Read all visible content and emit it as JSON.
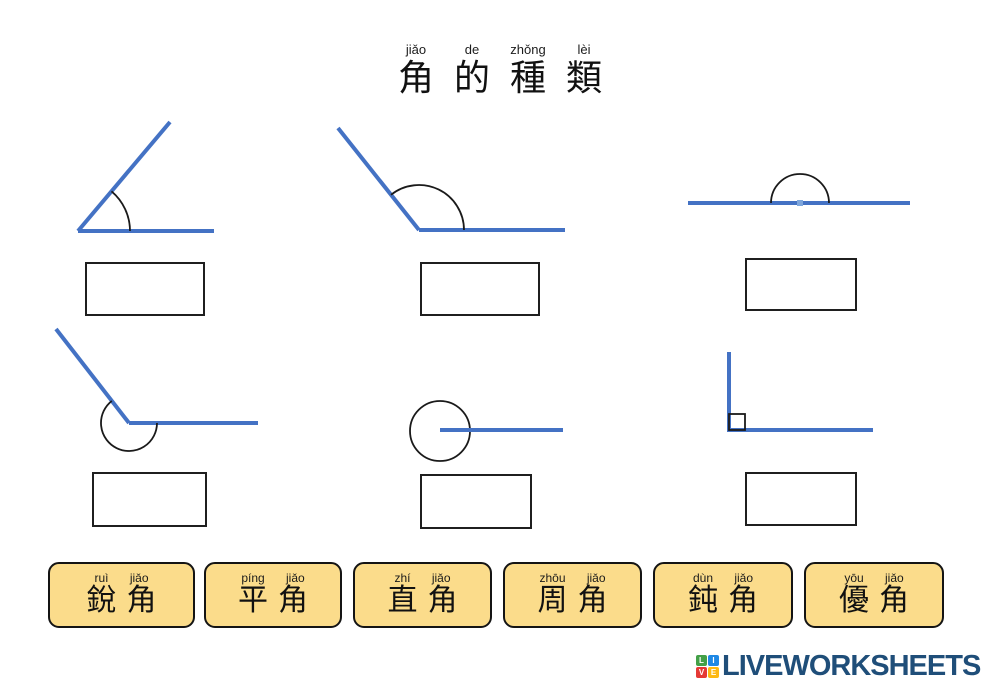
{
  "title": {
    "pairs": [
      {
        "pinyin": "jiǎo",
        "hanzi": "角"
      },
      {
        "pinyin": "de",
        "hanzi": "的"
      },
      {
        "pinyin": "zhǒng",
        "hanzi": "種"
      },
      {
        "pinyin": "lèi",
        "hanzi": "類"
      }
    ]
  },
  "diagrams": [
    {
      "name": "acute-angle-figure"
    },
    {
      "name": "obtuse-angle-figure"
    },
    {
      "name": "straight-angle-figure"
    },
    {
      "name": "reflex-angle-figure"
    },
    {
      "name": "full-angle-figure"
    },
    {
      "name": "right-angle-figure"
    }
  ],
  "answer_boxes": [
    {
      "value": ""
    },
    {
      "value": ""
    },
    {
      "value": ""
    },
    {
      "value": ""
    },
    {
      "value": ""
    },
    {
      "value": ""
    }
  ],
  "tiles": [
    {
      "pinyin": "ruì jiǎo",
      "hanzi": "銳角"
    },
    {
      "pinyin": "píng jiǎo",
      "hanzi": "平角"
    },
    {
      "pinyin": "zhí jiǎo",
      "hanzi": "直角"
    },
    {
      "pinyin": "zhōu jiǎo",
      "hanzi": "周角"
    },
    {
      "pinyin": "dùn jiǎo",
      "hanzi": "鈍角"
    },
    {
      "pinyin": "yōu jiǎo",
      "hanzi": "優角"
    }
  ],
  "footer": {
    "logo_squares": [
      {
        "letter": "L",
        "color": "#43A047"
      },
      {
        "letter": "I",
        "color": "#1E88E5"
      },
      {
        "letter": "V",
        "color": "#E53935"
      },
      {
        "letter": "E",
        "color": "#FDB913"
      }
    ],
    "logo_text": "LIVEWORKSHEETS",
    "logo_text_color": "#1F4E79"
  },
  "colors": {
    "angle_line_blue": "#4472C4",
    "arc_black": "#1a1a1a",
    "tile_background": "#FBDC8B",
    "tile_border": "#141414",
    "box_border": "#1f1f1f",
    "center_dot_blue": "#7EA6DC"
  }
}
